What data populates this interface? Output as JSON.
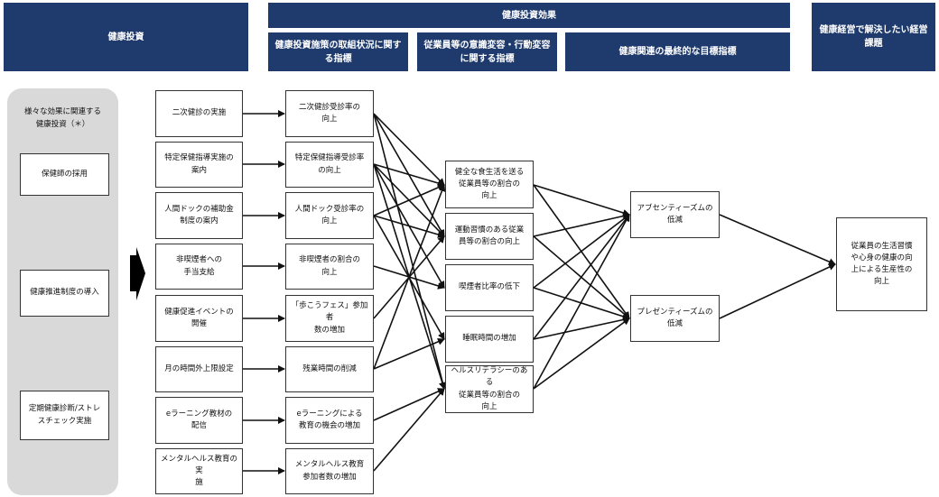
{
  "headers": {
    "investment": "健康投資",
    "effect": "健康投資効果",
    "effect_sub1": "健康投資施策の取組状況に関する指標",
    "effect_sub2": "従業員等の意識変容・行動変容に関する指標",
    "effect_sub3": "健康関連の最終的な目標指標",
    "issue": "健康経営で解決したい経営課題"
  },
  "side_panel": {
    "title": "様々な効果に関連する\n健康投資（＊）",
    "items": [
      "保健師の採用",
      "健康推進制度の導入",
      "定期健康診断/ストレ\nスチェック実施"
    ]
  },
  "investments": [
    "二次健診の実施",
    "特定保健指導実施の\n案内",
    "人間ドックの補助金\n制度の案内",
    "非喫煙者への\n手当支給",
    "健康促進イベントの\n開催",
    "月の時間外上限設定",
    "eラーニング教材の\n配信",
    "メンタルヘルス教育の実\n施"
  ],
  "indicators": [
    "二次健診受診率の\n向上",
    "特定保健指導受診率\nの向上",
    "人間ドック受診率の\n向上",
    "非喫煙者の割合の\n向上",
    "「歩こうフェス」参加者\n数の増加",
    "残業時間の削減",
    "eラーニングによる\n教育の機会の増加",
    "メンタルヘルス教育\n参加者数の増加"
  ],
  "behaviors": [
    "健全な食生活を送る\n従業員等の割合の\n向上",
    "運動習慣のある従業\n員等の割合の向上",
    "喫煙者比率の低下",
    "睡眠時間の増加",
    "ヘルスリテラシーのある\n従業員等の割合の\n向上"
  ],
  "goals": [
    "アブセンティーズムの\n低減",
    "プレゼンティーズムの\n低減"
  ],
  "final_issue": "従業員の生活習慣\nや心身の健康の向\n上による生産性の\n向上",
  "colors": {
    "header_bg": "#1f3b6e",
    "panel_bg": "#d9d9d9",
    "line": "#111111"
  }
}
